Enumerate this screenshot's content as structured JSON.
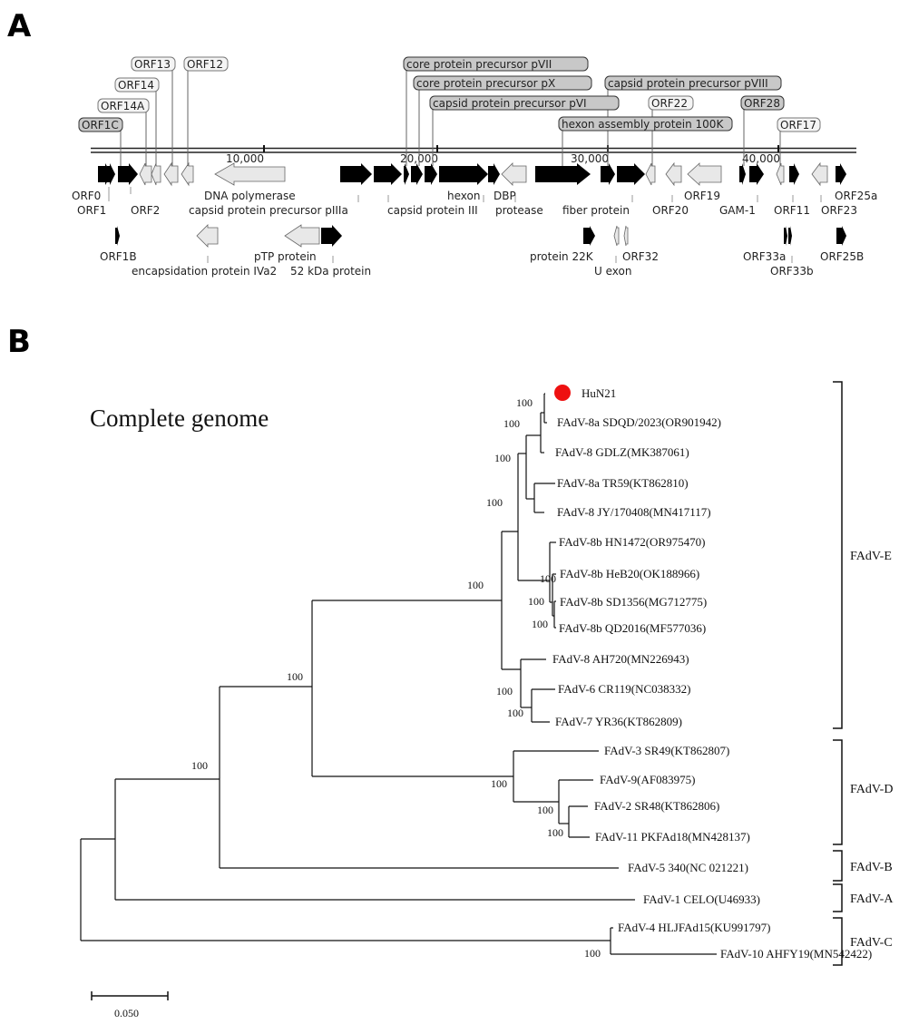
{
  "panel_a": {
    "label": "A",
    "ruler_ticks": [
      "10,000",
      "20,000",
      "30,000",
      "40,000"
    ],
    "top_labels": [
      {
        "text": "ORF13",
        "shaded": false
      },
      {
        "text": "ORF12",
        "shaded": false
      },
      {
        "text": "ORF14",
        "shaded": false
      },
      {
        "text": "ORF14A",
        "shaded": false
      },
      {
        "text": "ORF1C",
        "shaded": true
      },
      {
        "text": "core protein precursor pVII",
        "shaded": true
      },
      {
        "text": "core protein precursor pX",
        "shaded": true
      },
      {
        "text": "capsid protein precursor pVI",
        "shaded": true
      },
      {
        "text": "capsid protein precursor pVIII",
        "shaded": true
      },
      {
        "text": "ORF22",
        "shaded": false
      },
      {
        "text": "ORF28",
        "shaded": true
      },
      {
        "text": "hexon assembly protein 100K",
        "shaded": true
      },
      {
        "text": "ORF17",
        "shaded": false
      }
    ],
    "below_labels": [
      "ORF0",
      "ORF1",
      "ORF2",
      "DNA polymerase",
      "capsid protein precursor pIIIa",
      "hexon",
      "capsid protein III",
      "DBP",
      "protease",
      "fiber protein",
      "ORF19",
      "ORF20",
      "GAM-1",
      "ORF11",
      "ORF25a",
      "ORF23",
      "ORF1B",
      "encapsidation protein IVa2",
      "pTP protein",
      "52 kDa protein",
      "protein 22K",
      "U exon",
      "ORF32",
      "ORF33a",
      "ORF33b",
      "ORF25B"
    ]
  },
  "panel_b": {
    "label": "B",
    "title": "Complete genome",
    "scale_label": "0.050",
    "taxa": [
      "HuN21",
      "FAdV-8a SDQD/2023(OR901942)",
      "FAdV-8 GDLZ(MK387061)",
      "FAdV-8a TR59(KT862810)",
      "FAdV-8 JY/170408(MN417117)",
      "FAdV-8b HN1472(OR975470)",
      "FAdV-8b HeB20(OK188966)",
      "FAdV-8b SD1356(MG712775)",
      "FAdV-8b QD2016(MF577036)",
      "FAdV-8 AH720(MN226943)",
      "FAdV-6 CR119(NC038332)",
      "FAdV-7 YR36(KT862809)",
      "FAdV-3 SR49(KT862807)",
      "FAdV-9(AF083975)",
      "FAdV-2 SR48(KT862806)",
      "FAdV-11 PKFAd18(MN428137)",
      "FAdV-5 340(NC 021221)",
      "FAdV-1 CELO(U46933)",
      "FAdV-4 HLJFAd15(KU991797)",
      "FAdV-10 AHFY19(MN542422)"
    ],
    "bootstraps": [
      "100",
      "100",
      "100",
      "100",
      "100",
      "100",
      "100",
      "100",
      "100",
      "100",
      "100",
      "100",
      "100",
      "100",
      "100",
      "100"
    ],
    "clades": [
      "FAdV-E",
      "FAdV-D",
      "FAdV-B",
      "FAdV-A",
      "FAdV-C"
    ],
    "highlight_color": "#ee1111"
  }
}
